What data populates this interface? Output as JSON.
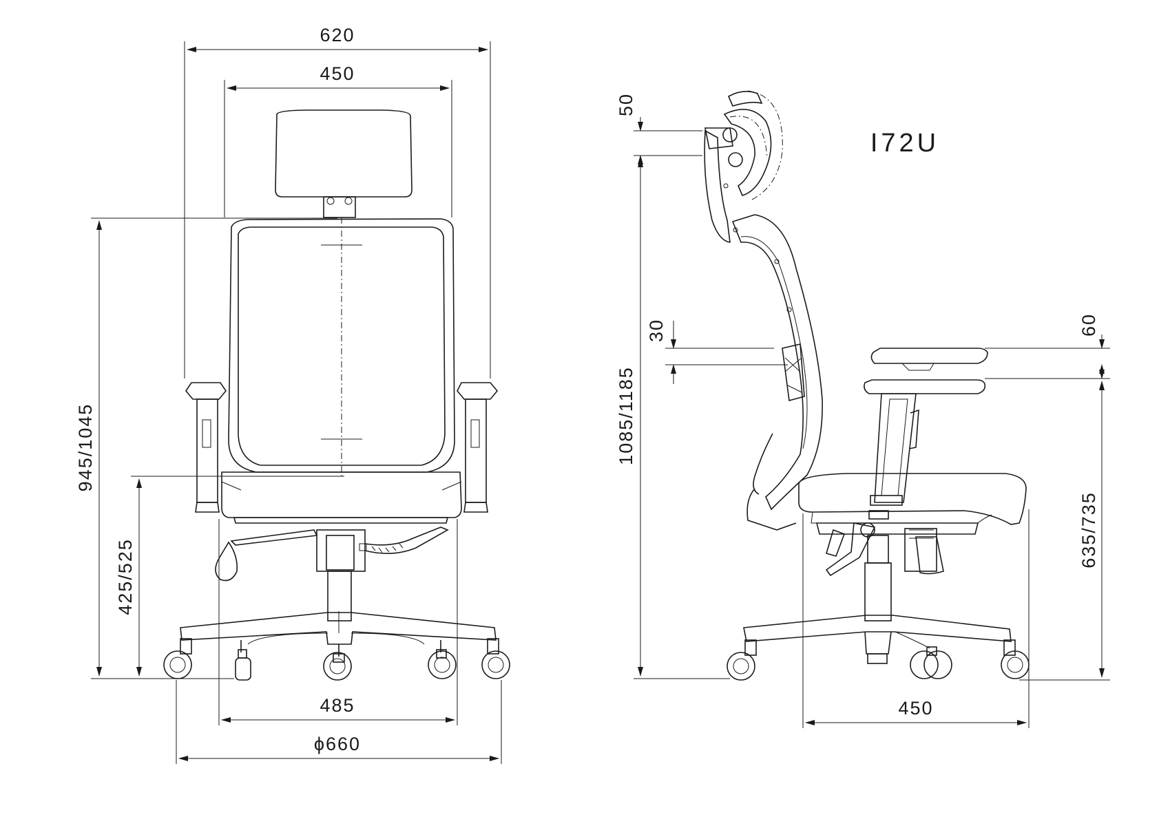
{
  "model": "I72U",
  "front_view": {
    "overall_width": "620",
    "back_width": "450",
    "height_total": "945/1045",
    "seat_height": "425/525",
    "seat_width": "485",
    "base_diameter": "ϕ660"
  },
  "side_view": {
    "headrest_adjust": "50",
    "lumbar_adjust": "30",
    "armrest_adjust": "60",
    "height_total": "1085/1185",
    "armrest_height": "635/735",
    "seat_depth": "450"
  }
}
